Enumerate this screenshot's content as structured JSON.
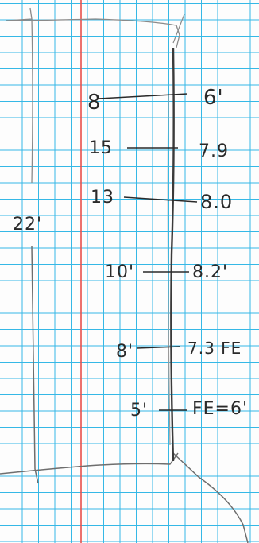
{
  "sketch": {
    "overall_label": "22'",
    "measurements": [
      {
        "left_label": "8",
        "right_label": "6'"
      },
      {
        "left_label": "15",
        "right_label": "7.9"
      },
      {
        "left_label": "13",
        "right_label": "8.0"
      },
      {
        "left_label": "10'",
        "right_label": "8.2'"
      },
      {
        "left_label": "8'",
        "right_label": "7.3 FE"
      },
      {
        "left_label": "5'",
        "right_label": "FE=6'"
      }
    ]
  },
  "colors": {
    "grid": "#35b8e6",
    "margin_line": "#e8504a",
    "pencil": "#2a2a2a",
    "paper": "#fdfdfd"
  }
}
